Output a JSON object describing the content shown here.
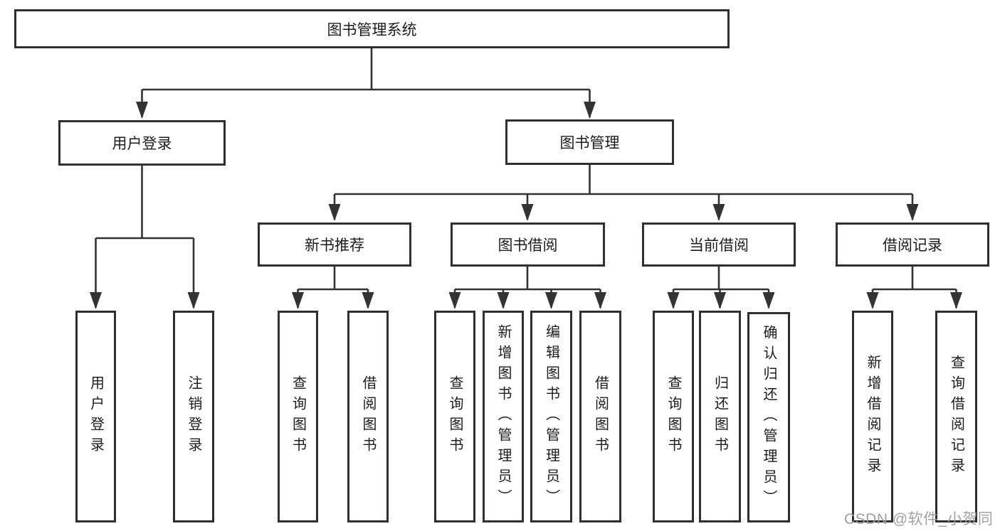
{
  "tree": {
    "label": "图书管理系统",
    "children": [
      {
        "label": "用户登录",
        "children": [
          {
            "label": "用户登录"
          },
          {
            "label": "注销登录"
          }
        ]
      },
      {
        "label": "图书管理",
        "children": [
          {
            "label": "新书推荐",
            "children": [
              {
                "label": "查询图书"
              },
              {
                "label": "借阅图书"
              }
            ]
          },
          {
            "label": "图书借阅",
            "children": [
              {
                "label": "查询图书"
              },
              {
                "label": "新增图书（管理员）"
              },
              {
                "label": "编辑图书（管理员）"
              },
              {
                "label": "借阅图书"
              }
            ]
          },
          {
            "label": "当前借阅",
            "children": [
              {
                "label": "查询图书"
              },
              {
                "label": "归还图书"
              },
              {
                "label": "确认归还（管理员）"
              }
            ]
          },
          {
            "label": "借阅记录",
            "children": [
              {
                "label": "新增借阅记录"
              },
              {
                "label": "查询借阅记录"
              }
            ]
          }
        ]
      }
    ]
  },
  "watermark": {
    "text": "CSDN @软件_小贺同学"
  },
  "colors": {
    "line": "#333333",
    "box_border": "#2f2f2f",
    "text": "#1c1c1c",
    "watermark": "#9c9c9c",
    "background": "#ffffff"
  }
}
